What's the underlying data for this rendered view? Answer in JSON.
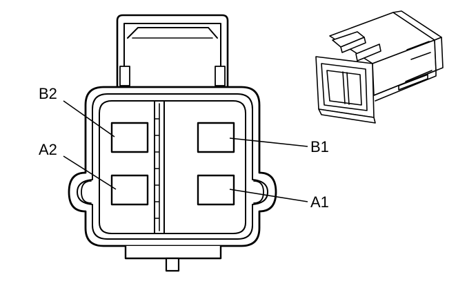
{
  "labels": {
    "b2": "B2",
    "a2": "A2",
    "b1": "B1",
    "a1": "A1"
  }
}
